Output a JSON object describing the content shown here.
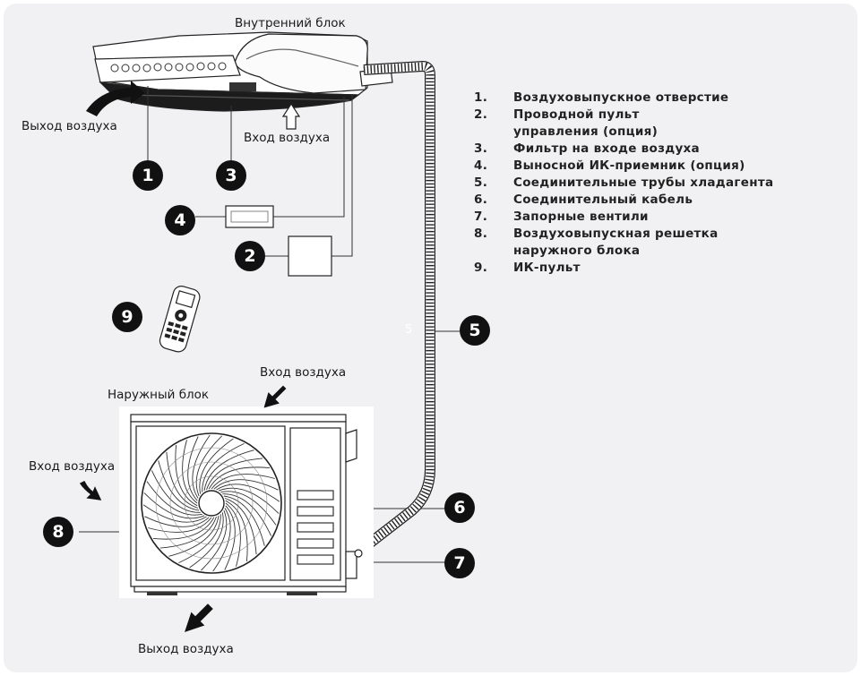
{
  "labels": {
    "indoor_unit": "Внутренний блок",
    "outdoor_unit": "Наружный блок",
    "air_out_indoor": "Выход воздуха",
    "air_in_indoor": "Вход воздуха",
    "air_in_outdoor_top": "Вход воздуха",
    "air_in_outdoor_side": "Вход воздуха",
    "air_out_outdoor": "Выход воздуха",
    "faint_five": "5"
  },
  "badges": {
    "b1": "1",
    "b2": "2",
    "b3": "3",
    "b4": "4",
    "b5": "5",
    "b6": "6",
    "b7": "7",
    "b8": "8",
    "b9": "9"
  },
  "legend": {
    "items": [
      {
        "num": "1.",
        "text": "Воздуховыпускное отверстие"
      },
      {
        "num": "2.",
        "text": "Проводной пульт управления (опция)"
      },
      {
        "num": "3.",
        "text": "Фильтр на входе воздуха"
      },
      {
        "num": "4.",
        "text": "Выносной ИК-приемник (опция)"
      },
      {
        "num": "5.",
        "text": "Соединительные трубы хладагента"
      },
      {
        "num": "6.",
        "text": "Соединительный кабель"
      },
      {
        "num": "7.",
        "text": "Запорные вентили"
      },
      {
        "num": "8.",
        "text": "Воздуховыпускная решетка наружного блока"
      },
      {
        "num": "9.",
        "text": "ИК-пульт"
      }
    ]
  },
  "colors": {
    "panel": "#f1f1f3",
    "ink": "#111111"
  }
}
